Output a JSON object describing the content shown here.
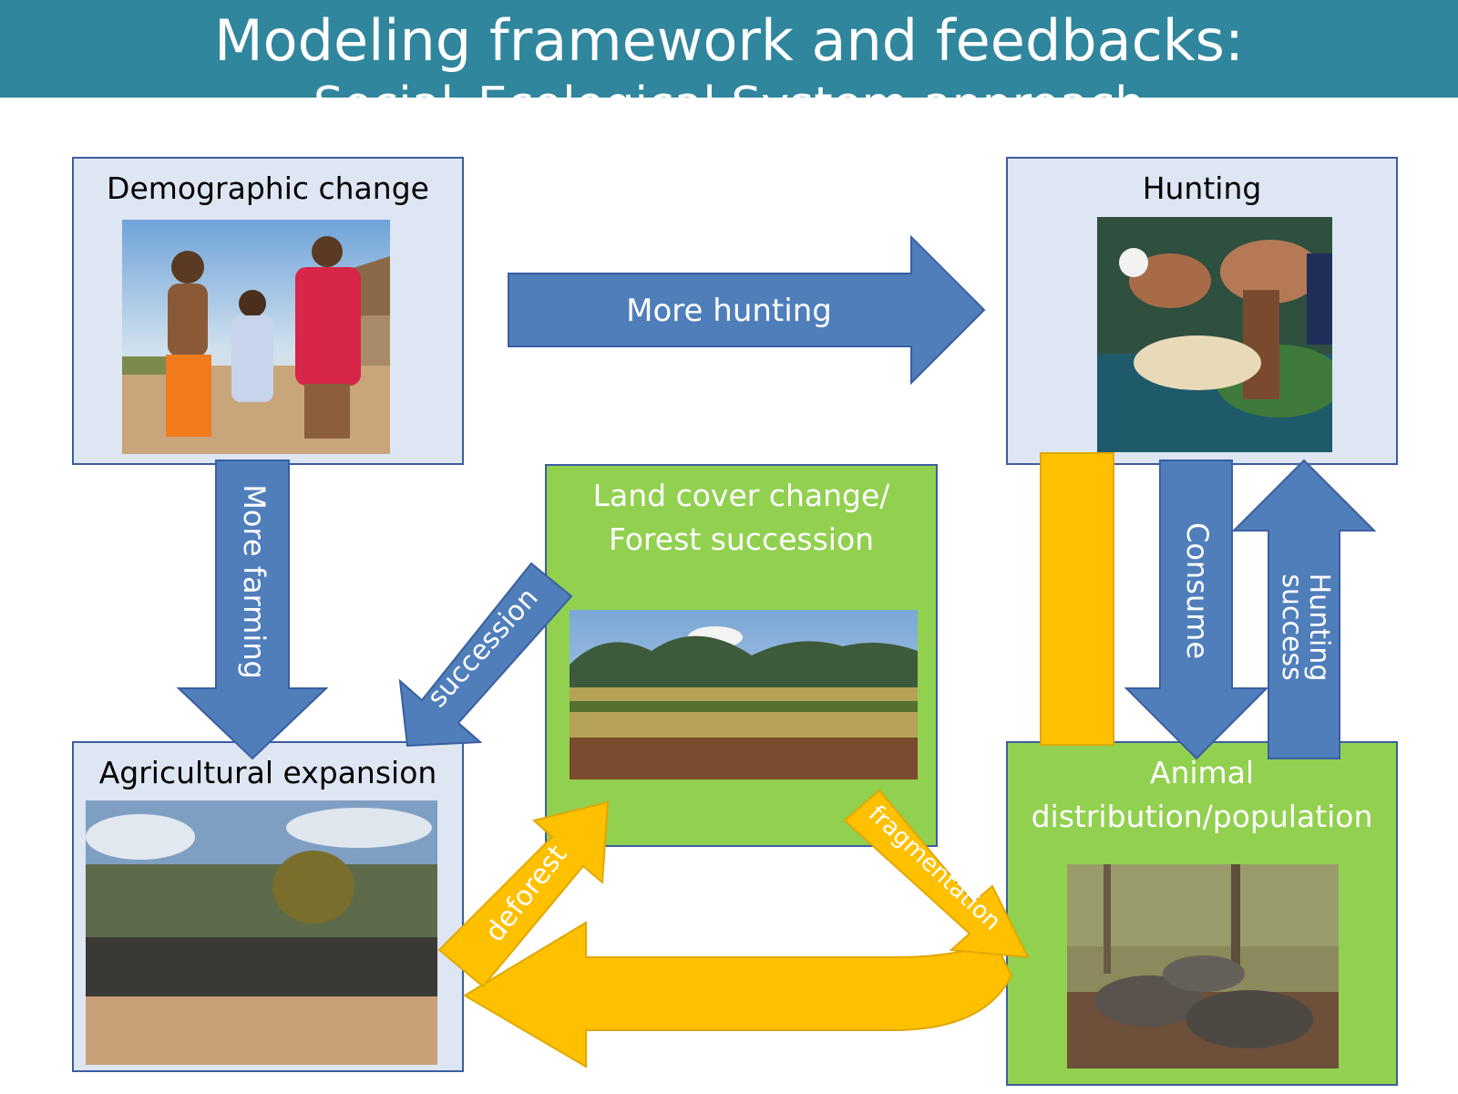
{
  "slide": {
    "title": "Modeling framework and feedbacks:",
    "subtitle": "Social–Ecological System approach"
  },
  "boxes": {
    "demographic": {
      "label": "Demographic change"
    },
    "hunting": {
      "label": "Hunting"
    },
    "land_cover": {
      "label_line1": "Land cover change/",
      "label_line2": "Forest succession"
    },
    "agricultural": {
      "label": "Agricultural expansion"
    },
    "animal": {
      "label_line1": "Animal",
      "label_line2": "distribution/population"
    }
  },
  "arrows": {
    "more_hunting": "More hunting",
    "more_farming": "More farming",
    "succession": "succession",
    "consume": "Consume",
    "hunting_success_line1": "Hunting",
    "hunting_success_line2": "success",
    "deforest": "deforest",
    "fragmentation": "fragmentation"
  },
  "colors": {
    "header": "#2f869d",
    "box_blue_fill": "#dde6f2",
    "box_border": "#3b5ea0",
    "box_green_fill": "#92d050",
    "arrow_blue": "#4f7ebb",
    "arrow_orange": "#ffc000"
  },
  "icons": {
    "demographic_photo": "children-photo",
    "hunting_photo": "hunters-butchering-photo",
    "land_cover_photo": "savanna-landscape-photo",
    "agricultural_photo": "burned-field-photo",
    "animal_photo": "peccary-herd-photo"
  }
}
